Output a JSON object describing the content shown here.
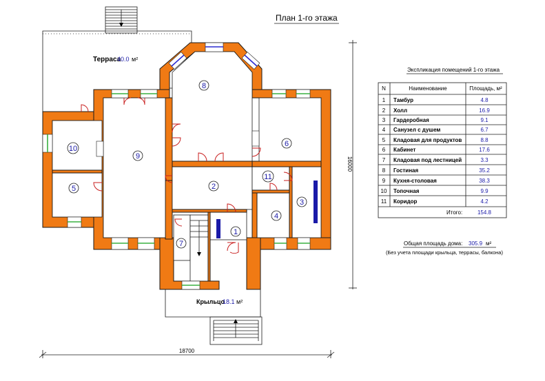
{
  "title": "План 1-го этажа",
  "terrace": {
    "label": "Терраса",
    "area": "40.0",
    "unit": "м²"
  },
  "porch": {
    "label": "Крыльцо",
    "area": "18.1",
    "unit": "м²"
  },
  "dimensions": {
    "width": "18700",
    "height": "16000"
  },
  "room_numbers": [
    "1",
    "2",
    "3",
    "4",
    "5",
    "6",
    "7",
    "8",
    "9",
    "10",
    "11"
  ],
  "table": {
    "title": "Экспликация помещений 1-го этажа",
    "headers": {
      "num": "N",
      "name": "Наименование",
      "area": "Площадь, м²"
    },
    "rows": [
      {
        "n": "1",
        "name": "Тамбур",
        "area": "4.8"
      },
      {
        "n": "2",
        "name": "Холл",
        "area": "16.9"
      },
      {
        "n": "3",
        "name": "Гардеробная",
        "area": "9.1"
      },
      {
        "n": "4",
        "name": "Санузел с душем",
        "area": "6.7"
      },
      {
        "n": "5",
        "name": "Кладовая для продуктов",
        "area": "8.8"
      },
      {
        "n": "6",
        "name": "Кабинет",
        "area": "17.6"
      },
      {
        "n": "7",
        "name": "Кладовая под лестницей",
        "area": "3.3"
      },
      {
        "n": "8",
        "name": "Гостиная",
        "area": "35.2"
      },
      {
        "n": "9",
        "name": "Кухня-столовая",
        "area": "38.3"
      },
      {
        "n": "10",
        "name": "Топочная",
        "area": "9.9"
      },
      {
        "n": "11",
        "name": "Коридор",
        "area": "4.2"
      }
    ],
    "total_label": "Итого:",
    "total_value": "154.8"
  },
  "summary": {
    "label": "Общая площадь дома:",
    "value": "305.9",
    "unit": "м²",
    "note": "(Без учета площади крыльца, террасы, балкона)"
  },
  "colors": {
    "wall": "#f07a14",
    "window_blue": "#2a2ad0",
    "window_green": "#38b040",
    "door": "#c81e1e",
    "text_blue": "#1a1aa8"
  }
}
